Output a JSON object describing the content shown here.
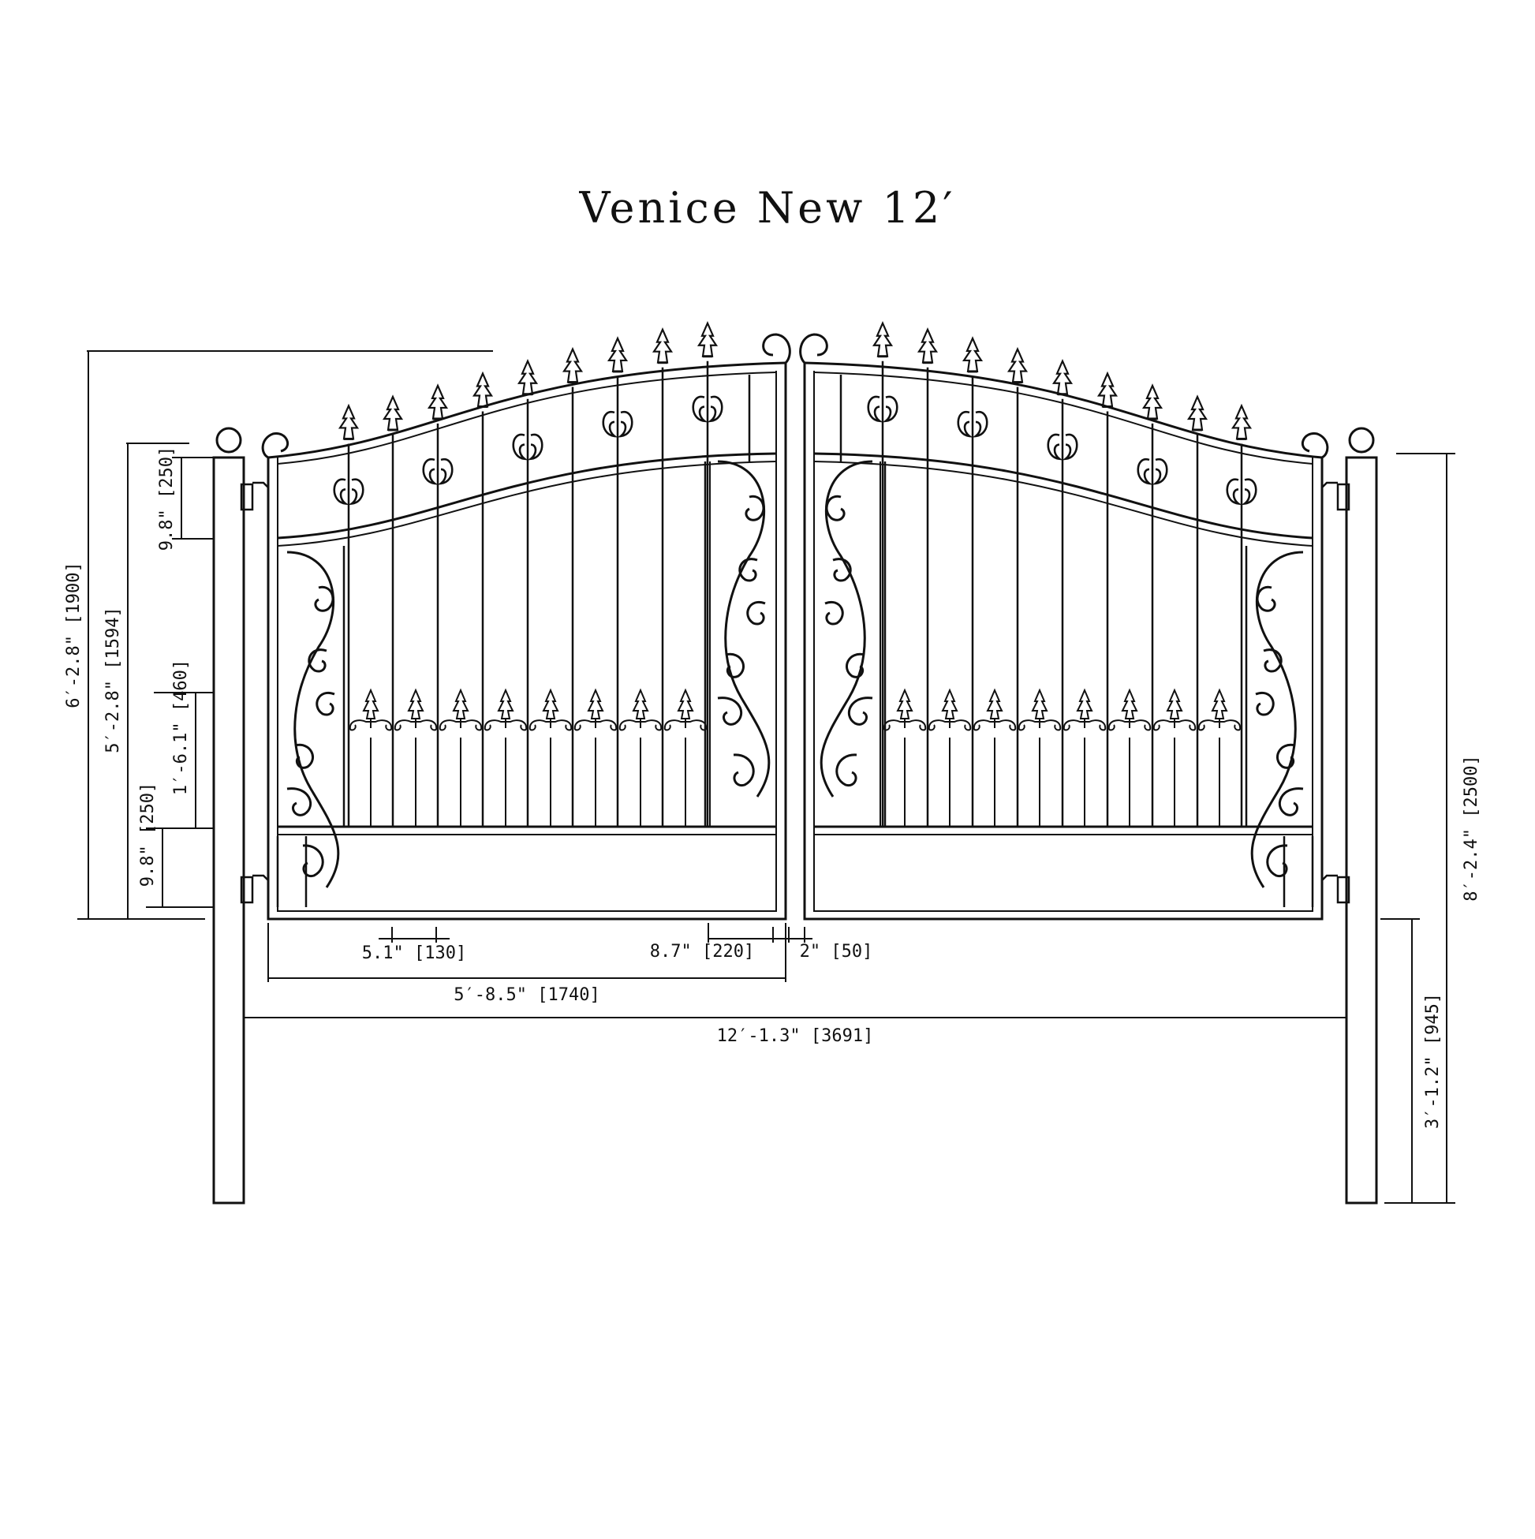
{
  "title": "Venice  New 12′",
  "dimensions": {
    "overall_height": "6′-2.8\"  [1900]",
    "gate_height": "5′-2.8\"  [1594]",
    "top_hinge_gap": "9.8\"  [250]",
    "lower_section": "1′-6.1\"  [460]",
    "bottom_hinge_gap": "9.8\"  [250]",
    "picket_spacing": "5.1\"  [130]",
    "scroll_width": "8.7\"  [220]",
    "center_gap": "2\"  [50]",
    "leaf_width": "5′-8.5\"  [1740]",
    "post_spacing": "12′-1.3\"  [3691]",
    "post_height": "8′-2.4\"  [2500]",
    "post_in_ground": "3′-1.2\"  [945]"
  },
  "colors": {
    "line": "#111111",
    "background": "#ffffff"
  }
}
